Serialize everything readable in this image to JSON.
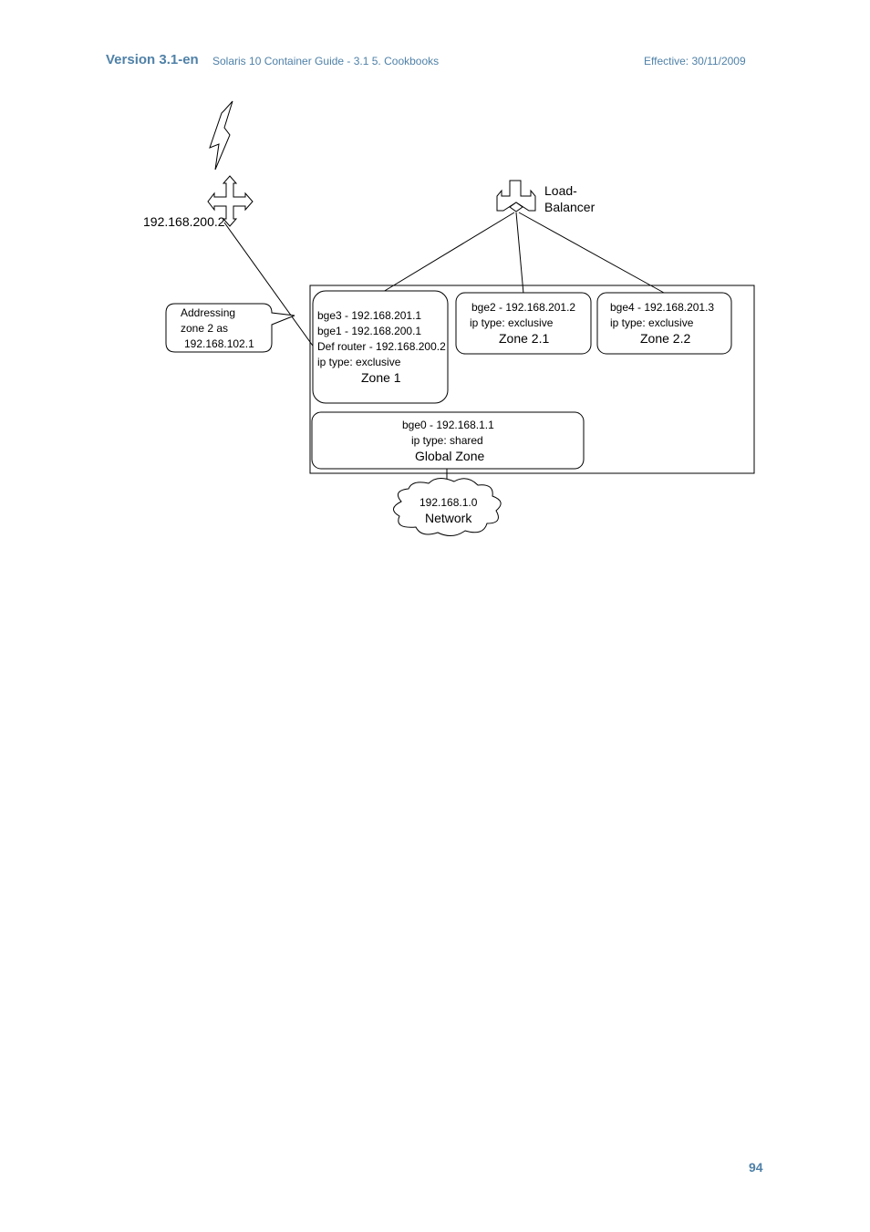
{
  "header": {
    "version": "Version 3.1-en",
    "doc": "Solaris 10 Container Guide - 3.1   5. Cookbooks",
    "effective": "Effective: 30/11/2009"
  },
  "page_number": "94",
  "diagram": {
    "router_ip": "192.168.200.2",
    "load_balancer": {
      "line1": "Load-",
      "line2": "Balancer"
    },
    "callout": {
      "line1": "Addressing",
      "line2": "zone 2 as",
      "line3": "192.168.102.1"
    },
    "zone1": {
      "line1": "bge3 - 192.168.201.1",
      "line2": "bge1 - 192.168.200.1",
      "line3": "Def router - 192.168.200.2",
      "line4": "ip type: exclusive",
      "name": "Zone 1"
    },
    "zone21": {
      "line1": "bge2 - 192.168.201.2",
      "line2": "ip type: exclusive",
      "name": "Zone 2.1"
    },
    "zone22": {
      "line1": "bge4 - 192.168.201.3",
      "line2": "ip type: exclusive",
      "name": "Zone 2.2"
    },
    "global_zone": {
      "line1": "bge0 - 192.168.1.1",
      "line2": "ip type: shared",
      "name": "Global Zone"
    },
    "network": {
      "line1": "192.168.1.0",
      "line2": "Network"
    }
  }
}
